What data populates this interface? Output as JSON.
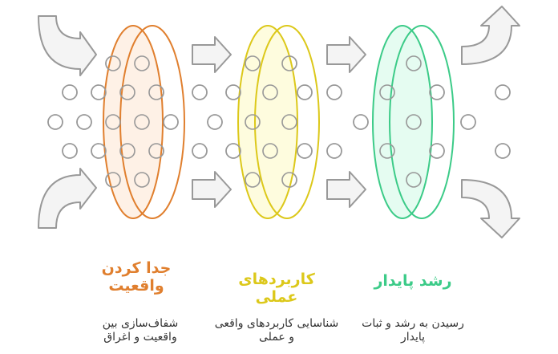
{
  "colors": {
    "orange": "#E07F2E",
    "yellow": "#DCC81A",
    "green": "#3CCB88",
    "gray": "#999999"
  },
  "stages": [
    {
      "title": "جدا کردن واقعیت",
      "description": "شفاف‌سازی بین واقعیت و اغراق"
    },
    {
      "title": "کاربردهای عملی",
      "description": "شناسایی کاربردهای واقعی و عملی"
    },
    {
      "title": "رشد پایدار",
      "description": "رسیدن به رشد و ثبات پایدار"
    }
  ]
}
